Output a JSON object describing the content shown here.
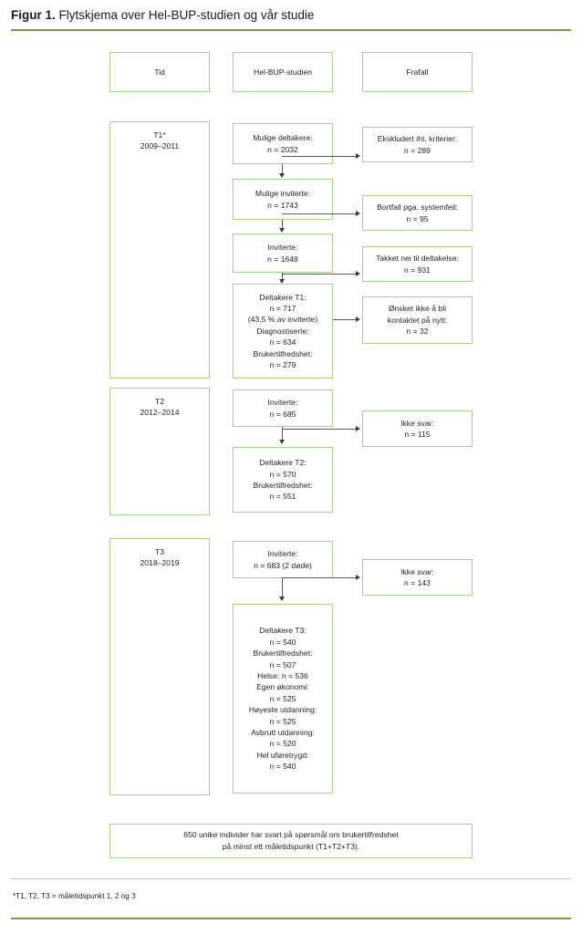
{
  "figure": {
    "label": "Figur 1.",
    "caption": " Flytskjema over Hel-BUP-studien og vår studie",
    "footnote": "*T1, T2, T3 = måletidspunkt 1, 2 og 3",
    "accent_color": "#7d9b3e",
    "box_border_color": "#a9cf8a",
    "connector_color": "#5a5a5a"
  },
  "headers": [
    {
      "name": "tid",
      "text": "Tid"
    },
    {
      "name": "hel-bup",
      "text": "Hel-BUP-studien"
    },
    {
      "name": "frafall",
      "text": "Frafall"
    }
  ],
  "periods": [
    {
      "name": "t1",
      "text": "T1*\n2009–2011"
    },
    {
      "name": "t2",
      "text": "T2\n2012–2014"
    },
    {
      "name": "t3",
      "text": "T3\n2018–2019"
    }
  ],
  "flow_boxes": [
    {
      "name": "mulige-deltakere",
      "text": "Mulige deltakere:\nn = 2032"
    },
    {
      "name": "mulige-inviterte",
      "text": "Mulige inviterte:\nn = 1743"
    },
    {
      "name": "inviterte-t1",
      "text": "Inviterte:\nn = 1648"
    },
    {
      "name": "deltakere-t1",
      "text": "Deltakere T1:\nn = 717\n(43,5 % av inviterte)\nDiagnostiserte:\nn = 634\nBrukertilfredshet:\nn = 279"
    },
    {
      "name": "inviterte-t2",
      "text": "Inviterte:\nn = 685"
    },
    {
      "name": "deltakere-t2",
      "text": "Deltakere T2:\nn = 570\nBrukertilfredshet:\nn = 551"
    },
    {
      "name": "inviterte-t3",
      "text": "Inviterte:\nn = 683 (2 døde)"
    },
    {
      "name": "deltakere-t3",
      "text": "Deltakere T3:\nn = 540\nBrukertilfredshet:\nn = 507\nHelse: n = 536\nEgen økonomi:\nn = 525\nHøyeste utdanning:\nn = 525\nAvbrutt utdanning:\nn = 520\nHel uføretrygd:\nn = 540"
    }
  ],
  "dropout_boxes": [
    {
      "name": "ekskludert-kriterier",
      "text": "Ekskludert iht. kriterier:\nn = 289"
    },
    {
      "name": "bortfall-systemfeil",
      "text": "Bortfall pga. systemfeil:\nn = 95"
    },
    {
      "name": "takket-nei",
      "text": "Takket nei til deltakelse:\nn = 931"
    },
    {
      "name": "onsket-ikke-kontakt",
      "text": "Ønsket ikke å bli\nkontaktet på nytt:\nn = 32"
    },
    {
      "name": "ikke-svar-t2",
      "text": "Ikke svar:\nn = 115"
    },
    {
      "name": "ikke-svar-t3",
      "text": "Ikke svar:\nn = 143"
    }
  ],
  "summary": {
    "name": "summary-box",
    "text": "650 unike individer har svart på spørsmål om brukertilfredshet\npå minst ett måletidspunkt (T1+T2+T3)."
  },
  "chart_data": {
    "type": "diagram-flowchart",
    "title": "Flytskjema over Hel-BUP-studien og vår studie",
    "columns": [
      "Tid",
      "Hel-BUP-studien",
      "Frafall"
    ],
    "nodes": [
      {
        "id": "mulige-deltakere",
        "column": "Hel-BUP-studien",
        "period": "T1",
        "label": "Mulige deltakere",
        "n": 2032
      },
      {
        "id": "ekskludert-kriterier",
        "column": "Frafall",
        "period": "T1",
        "label": "Ekskludert iht. kriterier",
        "n": 289
      },
      {
        "id": "mulige-inviterte",
        "column": "Hel-BUP-studien",
        "period": "T1",
        "label": "Mulige inviterte",
        "n": 1743
      },
      {
        "id": "bortfall-systemfeil",
        "column": "Frafall",
        "period": "T1",
        "label": "Bortfall pga. systemfeil",
        "n": 95
      },
      {
        "id": "inviterte-t1",
        "column": "Hel-BUP-studien",
        "period": "T1",
        "label": "Inviterte",
        "n": 1648
      },
      {
        "id": "takket-nei",
        "column": "Frafall",
        "period": "T1",
        "label": "Takket nei til deltakelse",
        "n": 931
      },
      {
        "id": "deltakere-t1",
        "column": "Hel-BUP-studien",
        "period": "T1",
        "label": "Deltakere T1",
        "n": 717,
        "percent_of_invited": 43.5,
        "sub": [
          {
            "label": "Diagnostiserte",
            "n": 634
          },
          {
            "label": "Brukertilfredshet",
            "n": 279
          }
        ]
      },
      {
        "id": "onsket-ikke-kontakt",
        "column": "Frafall",
        "period": "T1",
        "label": "Ønsket ikke å bli kontaktet på nytt",
        "n": 32
      },
      {
        "id": "inviterte-t2",
        "column": "Hel-BUP-studien",
        "period": "T2",
        "label": "Inviterte",
        "n": 685
      },
      {
        "id": "ikke-svar-t2",
        "column": "Frafall",
        "period": "T2",
        "label": "Ikke svar",
        "n": 115
      },
      {
        "id": "deltakere-t2",
        "column": "Hel-BUP-studien",
        "period": "T2",
        "label": "Deltakere T2",
        "n": 570,
        "sub": [
          {
            "label": "Brukertilfredshet",
            "n": 551
          }
        ]
      },
      {
        "id": "inviterte-t3",
        "column": "Hel-BUP-studien",
        "period": "T3",
        "label": "Inviterte",
        "n": 683,
        "note": "2 døde"
      },
      {
        "id": "ikke-svar-t3",
        "column": "Frafall",
        "period": "T3",
        "label": "Ikke svar",
        "n": 143
      },
      {
        "id": "deltakere-t3",
        "column": "Hel-BUP-studien",
        "period": "T3",
        "label": "Deltakere T3",
        "n": 540,
        "sub": [
          {
            "label": "Brukertilfredshet",
            "n": 507
          },
          {
            "label": "Helse",
            "n": 536
          },
          {
            "label": "Egen økonomi",
            "n": 525
          },
          {
            "label": "Høyeste utdanning",
            "n": 525
          },
          {
            "label": "Avbrutt utdanning",
            "n": 520
          },
          {
            "label": "Hel uføretrygd",
            "n": 540
          }
        ]
      },
      {
        "id": "summary",
        "column": "all",
        "label": "650 unike individer har svart på spørsmål om brukertilfredshet på minst ett måletidspunkt (T1+T2+T3)",
        "n": 650
      }
    ],
    "edges": [
      {
        "from": "mulige-deltakere",
        "to": "mulige-inviterte",
        "direction": "down"
      },
      {
        "from": "mulige-deltakere",
        "to": "ekskludert-kriterier",
        "direction": "right"
      },
      {
        "from": "mulige-inviterte",
        "to": "inviterte-t1",
        "direction": "down"
      },
      {
        "from": "mulige-inviterte",
        "to": "bortfall-systemfeil",
        "direction": "right"
      },
      {
        "from": "inviterte-t1",
        "to": "deltakere-t1",
        "direction": "down"
      },
      {
        "from": "inviterte-t1",
        "to": "takket-nei",
        "direction": "right"
      },
      {
        "from": "deltakere-t1",
        "to": "onsket-ikke-kontakt",
        "direction": "right"
      },
      {
        "from": "inviterte-t2",
        "to": "deltakere-t2",
        "direction": "down"
      },
      {
        "from": "inviterte-t2",
        "to": "ikke-svar-t2",
        "direction": "right"
      },
      {
        "from": "inviterte-t3",
        "to": "deltakere-t3",
        "direction": "down"
      },
      {
        "from": "inviterte-t3",
        "to": "ikke-svar-t3",
        "direction": "right"
      }
    ],
    "periods": [
      {
        "label": "T1*",
        "years": "2009–2011"
      },
      {
        "label": "T2",
        "years": "2012–2014"
      },
      {
        "label": "T3",
        "years": "2018–2019"
      }
    ]
  }
}
